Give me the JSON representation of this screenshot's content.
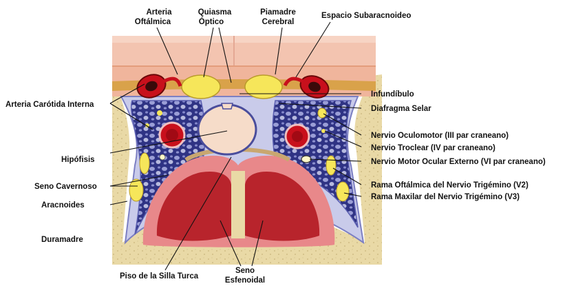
{
  "labels": {
    "arteria_oftalmica": [
      "Arteria",
      "Oftálmica"
    ],
    "quiasma_optico": [
      "Quiasma",
      "Óptico"
    ],
    "piamadre_cerebral": [
      "Piamadre",
      "Cerebral"
    ],
    "espacio_subaracnoideo": "Espacio Subaracnoideo",
    "arteria_carotida_interna": "Arteria Carótida Interna",
    "infundibulo": "Infundíbulo",
    "diafragma_selar": "Diafragma Selar",
    "nervio_oculomotor": "Nervio Oculomotor (III par craneano)",
    "nervio_troclear": "Nervio Troclear (IV par craneano)",
    "nervio_motor_ocular_externo": "Nervio Motor Ocular Externo (VI par craneano)",
    "rama_oftalmica": "Rama Oftálmica del Nervio Trigémino (V2)",
    "rama_maxilar": "Rama Maxilar del Nervio Trigémino (V3)",
    "hipofisis": "Hipófisis",
    "seno_cavernoso": "Seno Cavernoso",
    "aracnoides": "Aracnoides",
    "duramadre": "Duramadre",
    "piso_silla_turca": "Piso de la Silla Turca",
    "seno_esfenoidal": [
      "Seno",
      "Esfenoidal"
    ]
  },
  "colors": {
    "brain": "#f3c4b0",
    "bone": "#e9d9a6",
    "sinus_wall": "#e8888a",
    "sinus_cavity": "#b8242c",
    "cavernous": "#363a8e",
    "dura": "#c9cbea",
    "artery": "#c8101c",
    "nerve": "#f6e65a",
    "pituitary": "#f6dcc9"
  }
}
